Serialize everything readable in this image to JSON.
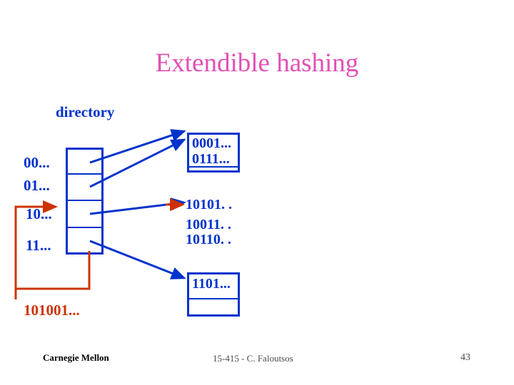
{
  "slide": {
    "title": "Extendible hashing",
    "directory_label": "directory",
    "key_label": "101001...",
    "dir_entries": [
      {
        "label": "00..."
      },
      {
        "label": "01..."
      },
      {
        "label": "10..."
      },
      {
        "label": "11..."
      }
    ],
    "buckets": [
      {
        "lines": [
          "0001...",
          "0111..."
        ]
      },
      {
        "lines": [
          "10101. .",
          "10011. .",
          "10110. ."
        ]
      },
      {
        "lines": [
          "1101..."
        ]
      }
    ],
    "colors": {
      "title": "#e250b4",
      "blue": "#0033cc",
      "red": "#cc3300",
      "footer": "#4d4d4d"
    }
  },
  "footer": {
    "left": "Carnegie Mellon",
    "center": "15-415 - C. Faloutsos",
    "page": "43"
  }
}
